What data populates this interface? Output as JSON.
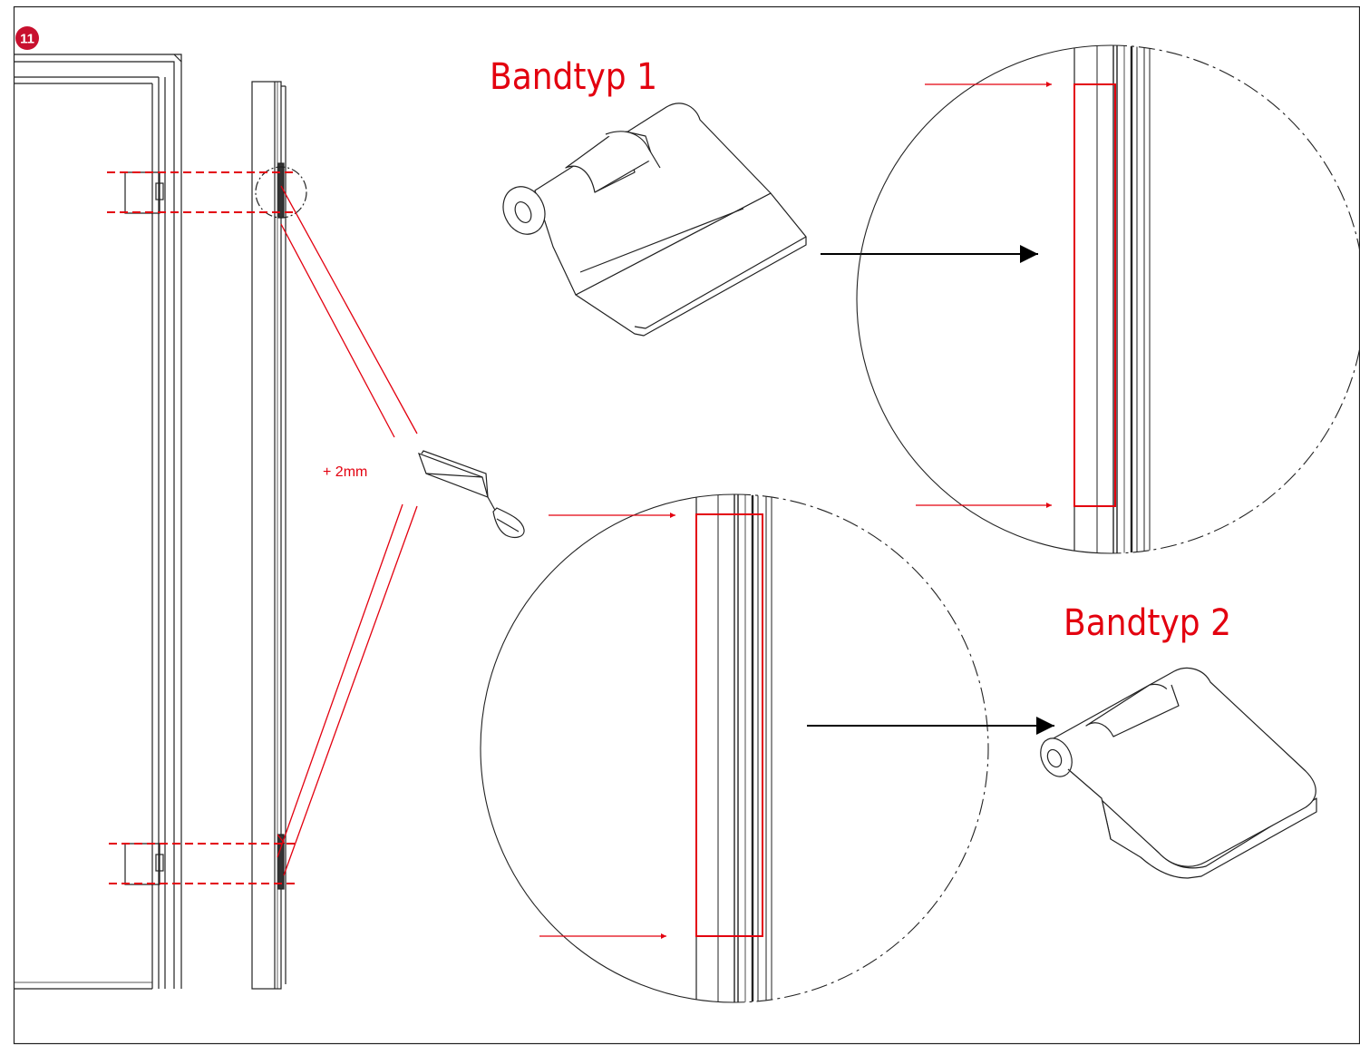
{
  "step": {
    "number": "11"
  },
  "labels": {
    "hinge_type_1": "Bandtyp 1",
    "hinge_type_2": "Bandtyp 2",
    "offset": "+ 2mm"
  },
  "colors": {
    "line": "#1a1a1a",
    "accent": "#e3000f",
    "badge": "#c8102e",
    "background": "#ffffff"
  },
  "icons": {
    "hinge_type_1": "lift-off-hinge-icon",
    "hinge_type_2": "flag-hinge-icon",
    "tool": "coping-saw-icon"
  }
}
